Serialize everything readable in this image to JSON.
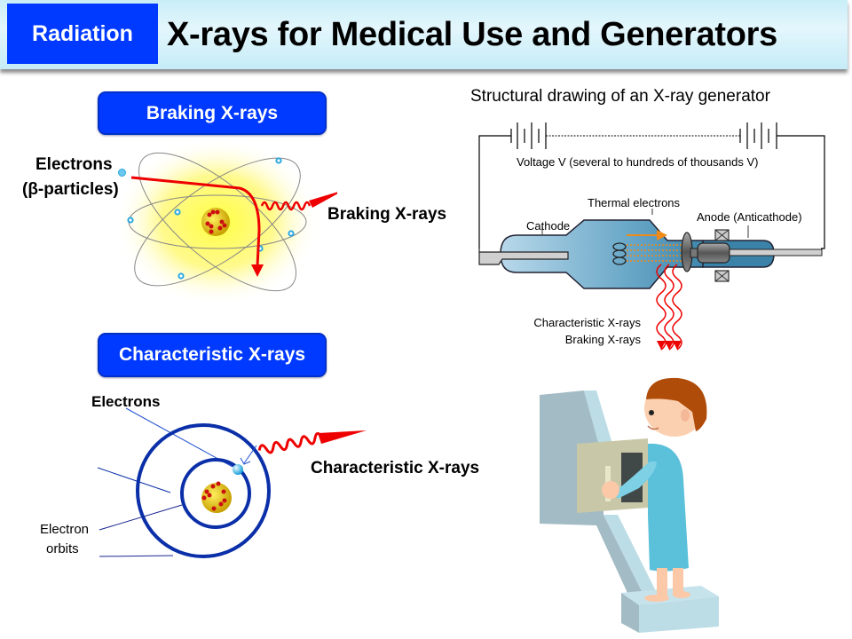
{
  "header": {
    "tag": "Radiation",
    "title": "X-rays for Medical Use and Generators"
  },
  "braking": {
    "section_label": "Braking X-rays",
    "electrons_label_line1": "Electrons",
    "electrons_label_line2": "(β-particles)",
    "xray_label": "Braking X-rays"
  },
  "characteristic": {
    "section_label": "Characteristic X-rays",
    "electrons_label": "Electrons",
    "xray_label": "Characteristic X-rays",
    "orbits_label_line1": "Electron",
    "orbits_label_line2": "orbits"
  },
  "generator": {
    "title": "Structural drawing of an X-ray generator",
    "voltage_label": "Voltage V (several to hundreds of thousands V)",
    "thermal_electrons_label": "Thermal electrons",
    "cathode_label": "Cathode",
    "anode_label": "Anode (Anticathode)",
    "output_label_line1": "Characteristic X-rays",
    "output_label_line2": "Braking X-rays"
  },
  "colors": {
    "brand_blue": "#0039ff",
    "header_bg": "#c9eef8",
    "xray_red": "#ee0000",
    "orbit_blue": "#0a2fa8",
    "electron_cyan": "#2aa8e0",
    "tube_blue": "#6aa8c8"
  }
}
